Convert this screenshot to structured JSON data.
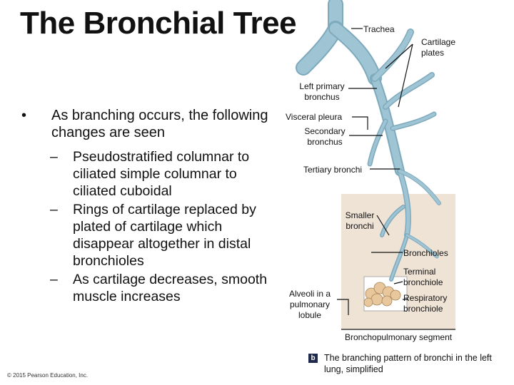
{
  "title": "The Bronchial Tree",
  "bullets": {
    "main": "As branching occurs, the following changes are seen",
    "subs": [
      "Pseudostratified columnar to ciliated simple columnar to ciliated cuboidal",
      "Rings of cartilage replaced by plated of cartilage which disappear altogether in distal bronchioles",
      "As cartilage decreases, smooth muscle increases"
    ]
  },
  "labels": {
    "trachea": "Trachea",
    "cartilage_plates": "Cartilage plates",
    "left_primary_bronchus": "Left primary bronchus",
    "visceral_pleura": "Visceral pleura",
    "secondary_bronchus": "Secondary bronchus",
    "tertiary_bronchi": "Tertiary bronchi",
    "smaller_bronchi": "Smaller bronchi",
    "bronchioles": "Bronchioles",
    "terminal_bronchiole": "Terminal bronchiole",
    "alveoli": "Alveoli in a pulmonary lobule",
    "respiratory_bronchiole": "Respiratory bronchiole",
    "bronchopulmonary_segment": "Bronchopulmonary segment"
  },
  "caption": {
    "badge": "b",
    "text": "The branching pattern of bronchi in the left lung, simplified"
  },
  "copyright": "© 2015 Pearson Education, Inc.",
  "colors": {
    "airway_fill": "#9fc4d4",
    "airway_stroke": "#4d7f95",
    "segment_bg": "#efe3d6",
    "alveoli": "#e7c79b"
  }
}
